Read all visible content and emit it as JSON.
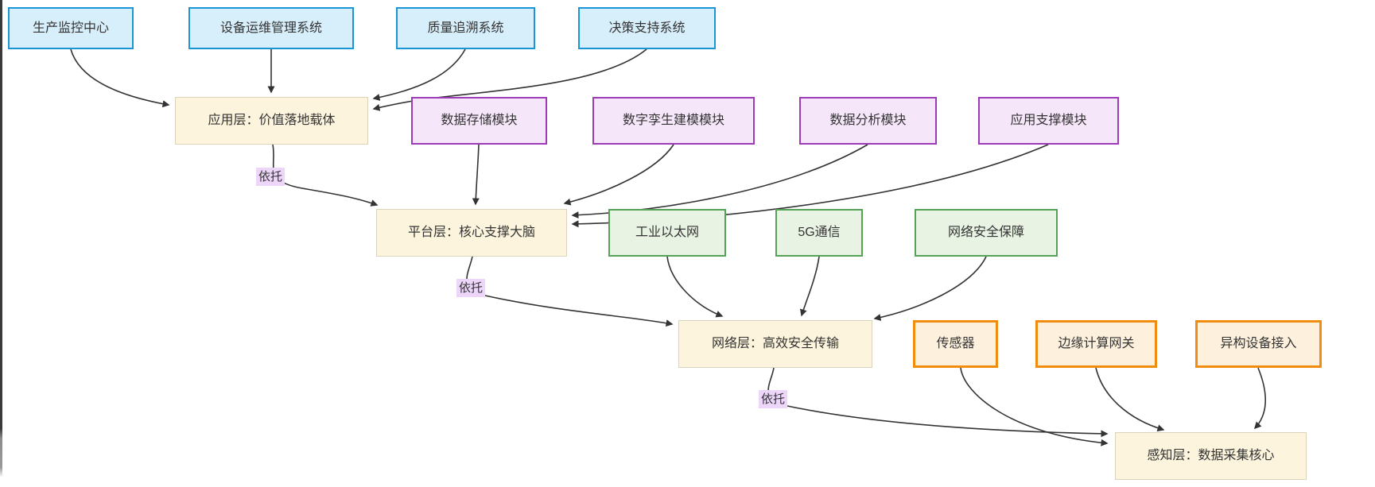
{
  "diagram": {
    "dependency_label": "依托",
    "layers": {
      "application": "应用层：价值落地载体",
      "platform": "平台层：核心支撑大脑",
      "network": "网络层：高效安全传输",
      "perception": "感知层：数据采集核心"
    },
    "application_systems": [
      "生产监控中心",
      "设备运维管理系统",
      "质量追溯系统",
      "决策支持系统"
    ],
    "platform_modules": [
      "数据存储模块",
      "数字孪生建模模块",
      "数据分析模块",
      "应用支撑模块"
    ],
    "network_technologies": [
      "工业以太网",
      "5G通信",
      "网络安全保障"
    ],
    "perception_devices": [
      "传感器",
      "边缘计算网关",
      "异构设备接入"
    ],
    "colors": {
      "system_fill": "#d7eefb",
      "system_border": "#1a95d6",
      "layer_fill": "#fcf4dc",
      "layer_border": "#dbd3bb",
      "module_fill": "#f5e6f9",
      "module_border": "#9c3bb5",
      "technology_fill": "#e8f3e3",
      "technology_border": "#55a156",
      "device_fill": "#fdf1dd",
      "device_border": "#f08c0e",
      "edge_label_bg": "#eed6fb",
      "edge_color": "#333333",
      "text_color": "#333333"
    }
  }
}
